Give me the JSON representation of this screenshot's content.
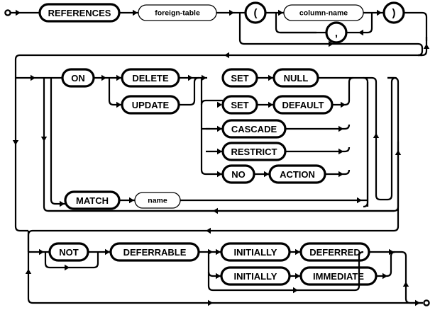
{
  "diagram": {
    "name": "column-constraint-references-clause",
    "kind": "railroad-syntax-diagram",
    "colors": {
      "line": "#000000",
      "background": "#ffffff",
      "box_fill": "#ffffff"
    },
    "start_marker": "start-dot",
    "end_marker": "end-dot",
    "nodes": {
      "references": {
        "label": "REFERENCES",
        "type": "terminal"
      },
      "foreign_table": {
        "label": "foreign-table",
        "type": "nonterminal"
      },
      "lparen": {
        "label": "(",
        "type": "symbol"
      },
      "column_name": {
        "label": "column-name",
        "type": "nonterminal"
      },
      "comma": {
        "label": ",",
        "type": "symbol"
      },
      "rparen": {
        "label": ")",
        "type": "symbol"
      },
      "on": {
        "label": "ON",
        "type": "terminal"
      },
      "delete": {
        "label": "DELETE",
        "type": "terminal"
      },
      "update": {
        "label": "UPDATE",
        "type": "terminal"
      },
      "set_null_set": {
        "label": "SET",
        "type": "terminal"
      },
      "null": {
        "label": "NULL",
        "type": "terminal"
      },
      "set_default_set": {
        "label": "SET",
        "type": "terminal"
      },
      "default": {
        "label": "DEFAULT",
        "type": "terminal"
      },
      "cascade": {
        "label": "CASCADE",
        "type": "terminal"
      },
      "restrict": {
        "label": "RESTRICT",
        "type": "terminal"
      },
      "no": {
        "label": "NO",
        "type": "terminal"
      },
      "action": {
        "label": "ACTION",
        "type": "terminal"
      },
      "match": {
        "label": "MATCH",
        "type": "terminal"
      },
      "name": {
        "label": "name",
        "type": "nonterminal"
      },
      "not": {
        "label": "NOT",
        "type": "terminal"
      },
      "deferrable": {
        "label": "DEFERRABLE",
        "type": "terminal"
      },
      "initially_deferred_initially": {
        "label": "INITIALLY",
        "type": "terminal"
      },
      "deferred": {
        "label": "DEFERRED",
        "type": "terminal"
      },
      "initially_immediate_initially": {
        "label": "INITIALLY",
        "type": "terminal"
      },
      "immediate": {
        "label": "IMMEDIATE",
        "type": "terminal"
      }
    }
  }
}
